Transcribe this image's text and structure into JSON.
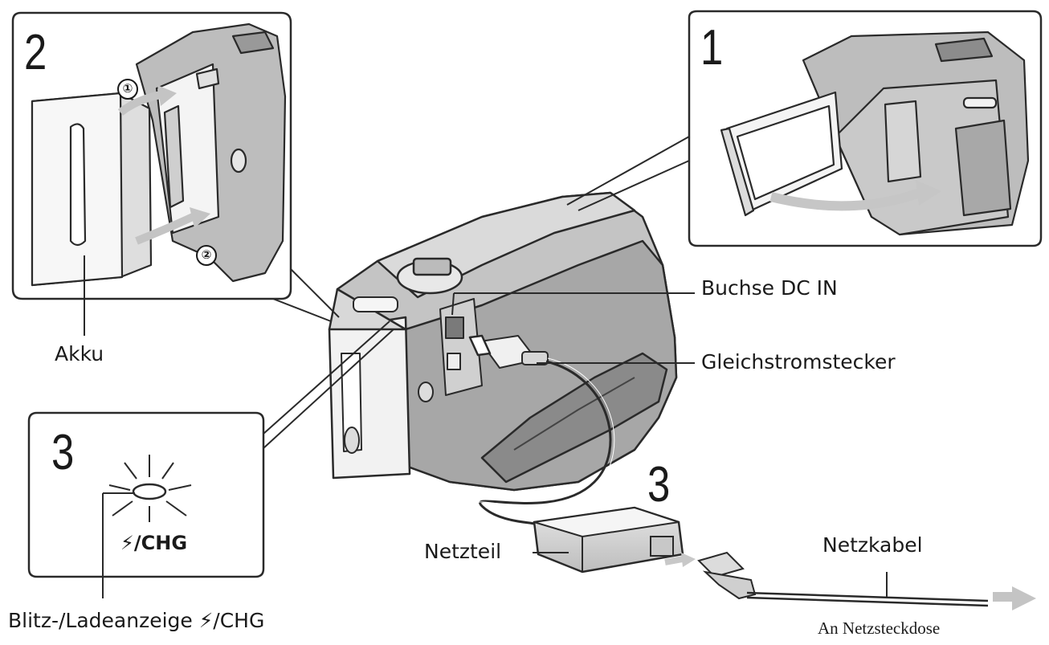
{
  "steps": {
    "panel_1": "1",
    "panel_2": "2",
    "panel_3": "3",
    "adapter": "3"
  },
  "callouts": {
    "circle_1": "①",
    "circle_2": "②"
  },
  "labels": {
    "akku": "Akku",
    "buchse": "Buchse DC IN",
    "stecker": "Gleichstromstecker",
    "netzteil": "Netzteil",
    "netzkabel": "Netzkabel",
    "netzsteckdose": "An Netzsteckdose",
    "blitz": "Blitz-/Ladeanzeige ⚡/CHG"
  },
  "indicator": {
    "chg_label": "⚡/CHG"
  }
}
